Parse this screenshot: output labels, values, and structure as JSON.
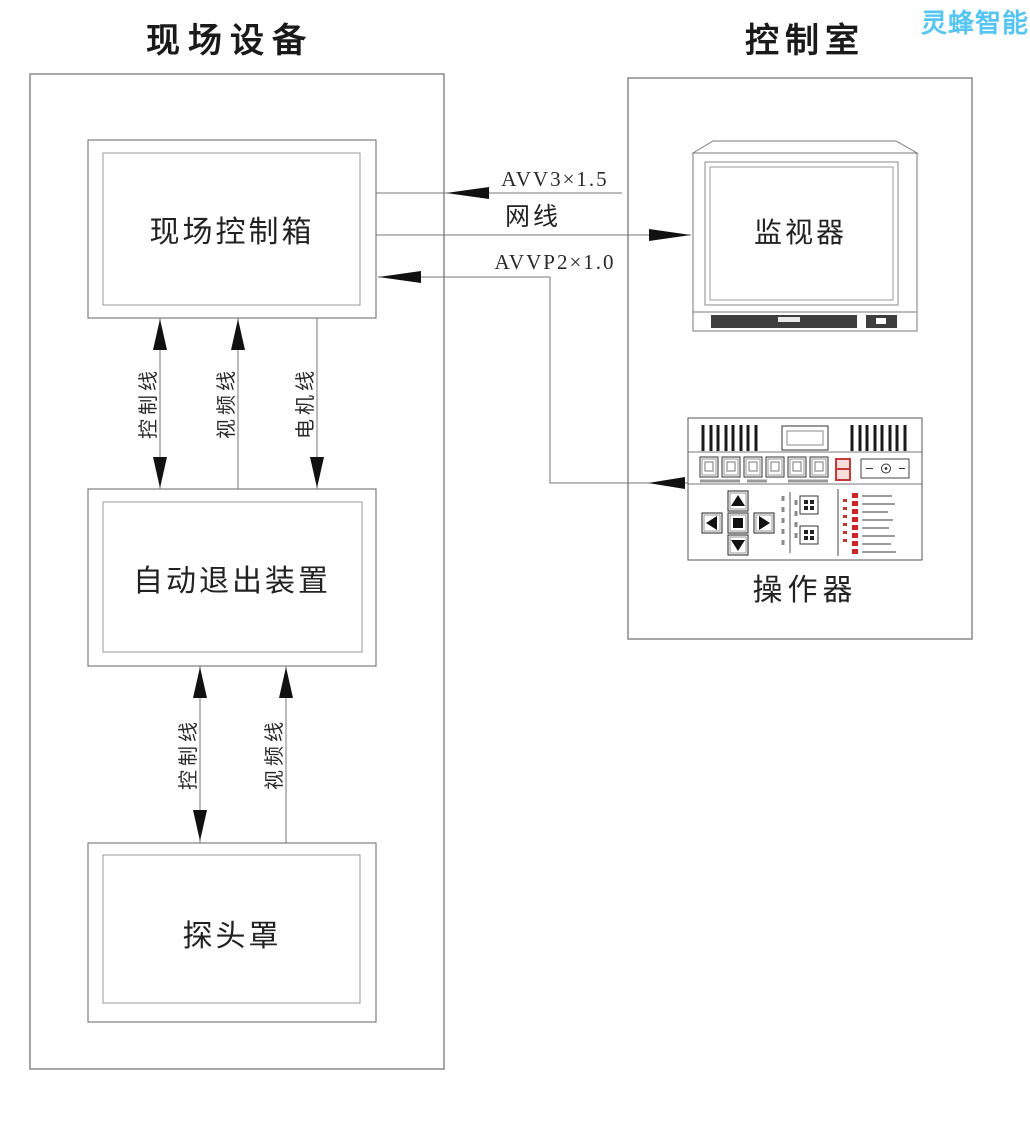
{
  "watermark": {
    "text": "灵蜂智能",
    "color": "#57C5F2"
  },
  "field": {
    "title": "现场设备",
    "control_box": "现场控制箱",
    "auto_exit": "自动退出装置",
    "probe_cover": "探头罩",
    "cable_labels": {
      "upper_control": "控制线",
      "upper_video": "视频线",
      "upper_motor": "电机线",
      "lower_control": "控制线",
      "lower_video": "视频线"
    }
  },
  "control_room": {
    "title": "控制室",
    "monitor": "监视器",
    "operator": "操作器"
  },
  "cables": {
    "avv": "AVV3×1.5",
    "net": "网线",
    "avvp": "AVVP2×1.0"
  },
  "colors": {
    "watermark_cyan": "#57C5F2",
    "line_gray": "#7A7A7A",
    "arrow_black": "#111111",
    "led_red": "#CC2626",
    "digit_red": "#C23B3B",
    "monitor_bar_dark": "#3E3E3E"
  }
}
